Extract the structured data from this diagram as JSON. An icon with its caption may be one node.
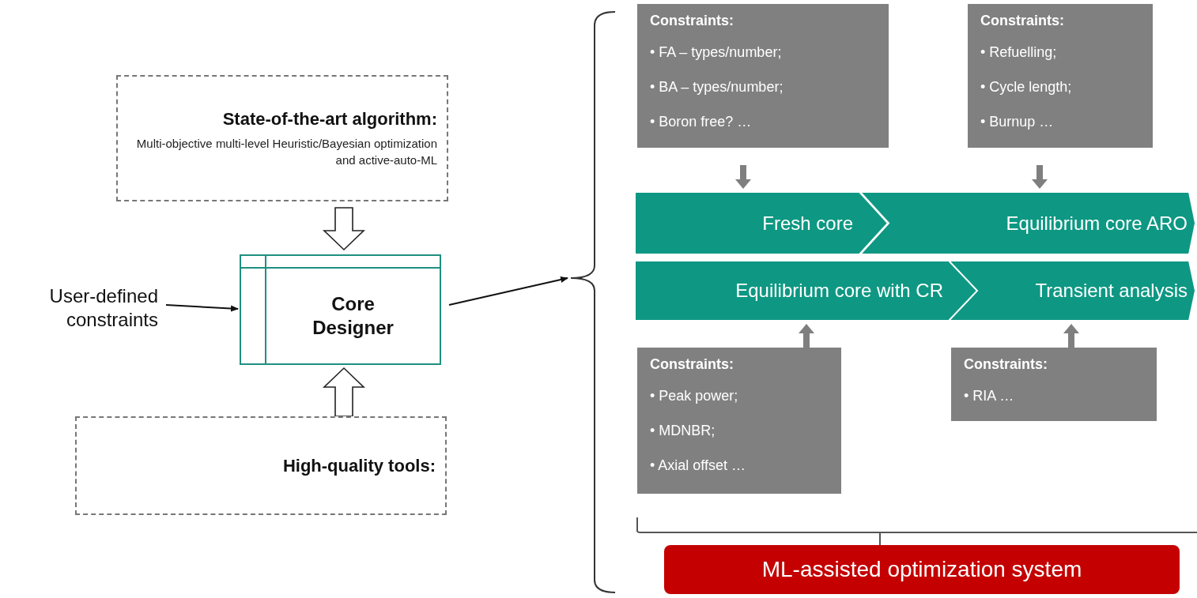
{
  "diagram": {
    "nodes": [
      {
        "text": [
          "State-of-the-art algorithm:",
          "Multi-objective multi-level Heuristic/Bayesian optimization and active-auto-ML"
        ]
      },
      {
        "text": [
          "User-defined constraints"
        ]
      },
      {
        "text": [
          "Core Designer"
        ]
      },
      {
        "text": [
          "High-quality tools:"
        ]
      },
      {
        "text": [
          "Constraints:",
          "• FA – types/number;",
          "• BA – types/number;",
          "• Boron free? …"
        ]
      },
      {
        "text": [
          "Constraints:",
          "• Refuelling;",
          "• Cycle length;",
          "• Burnup …"
        ]
      },
      {
        "text": [
          "Fresh core"
        ]
      },
      {
        "text": [
          "Equilibrium core ARO"
        ]
      },
      {
        "text": [
          "Equilibrium core with CR"
        ]
      },
      {
        "text": [
          "Transient analysis"
        ]
      },
      {
        "text": [
          "Constraints:",
          "• Peak power;",
          "• MDNBR;",
          "• Axial offset …"
        ]
      },
      {
        "text": [
          "Constraints:",
          "• RIA …"
        ]
      },
      {
        "text": [
          "ML-assisted optimization system"
        ]
      },
      {
        "text": [],
        "shape": "bracket"
      }
    ],
    "edges": [
      {
        "from": 0,
        "to": 2,
        "arrow": "to",
        "style": "thick"
      },
      {
        "from": 3,
        "to": 2,
        "arrow": "to",
        "style": "thick"
      },
      {
        "from": 1,
        "to": 2,
        "arrow": "to"
      },
      {
        "from": 2,
        "to": 13,
        "arrow": "to"
      },
      {
        "from": 4,
        "to": 6,
        "arrow": "to",
        "style": "thick",
        "color": "#7f7f7f"
      },
      {
        "from": 5,
        "to": 7,
        "arrow": "to",
        "style": "thick",
        "color": "#7f7f7f"
      },
      {
        "from": 10,
        "to": 8,
        "arrow": "to",
        "style": "thick",
        "color": "#7f7f7f"
      },
      {
        "from": 11,
        "to": 9,
        "arrow": "to",
        "style": "thick",
        "color": "#7f7f7f"
      }
    ]
  }
}
